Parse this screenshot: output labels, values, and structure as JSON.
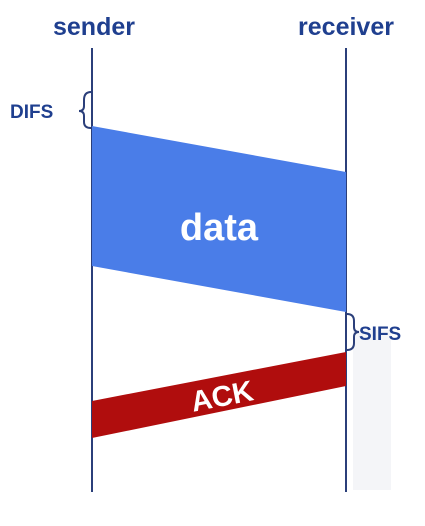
{
  "diagram": {
    "sender_label": "sender",
    "receiver_label": "receiver",
    "difs_label": "DIFS",
    "sifs_label": "SIFS",
    "data_label": "data",
    "ack_label": "ACK"
  },
  "colors": {
    "labels": "#1f3f8f",
    "data_frame": "#4a7de8",
    "ack_frame": "#b00d0d",
    "timeline": "#2b3f7a",
    "background": "#ffffff"
  }
}
